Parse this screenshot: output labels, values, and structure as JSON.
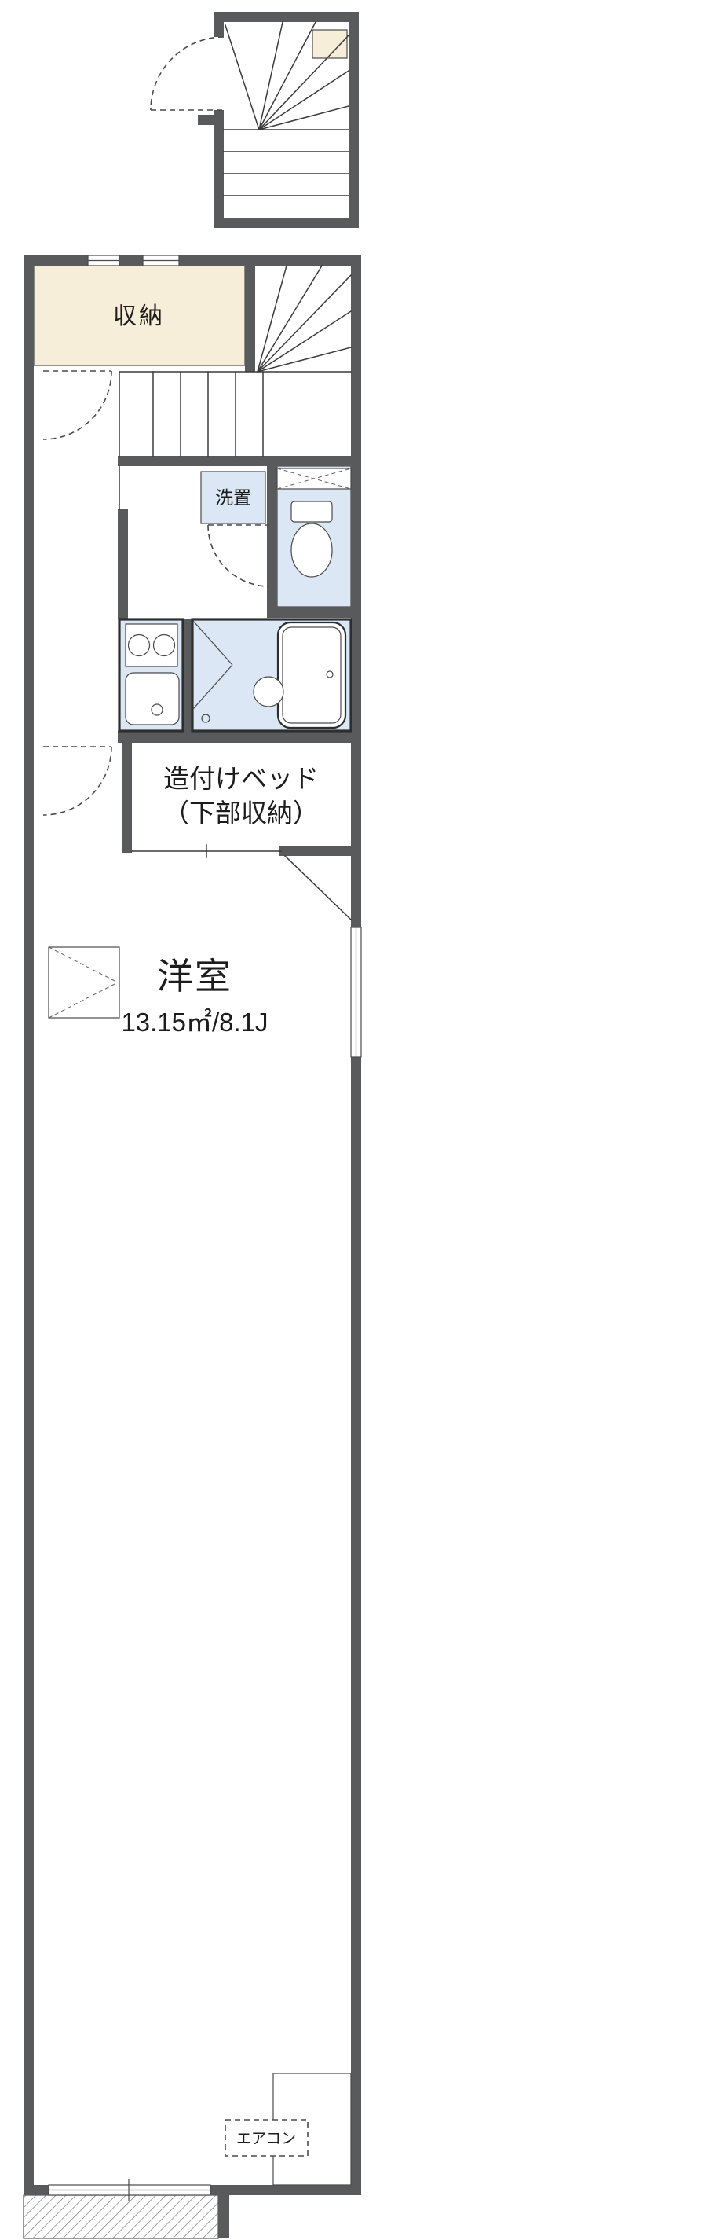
{
  "meta": {
    "type": "apartment-floorplan"
  },
  "colors": {
    "wall": "#595a5c",
    "storage_fill": "#f7eeda",
    "wet_fill": "#dbe7f4",
    "line": "#3a3a3a",
    "text": "#1c1c1c",
    "background": "#ffffff"
  },
  "rooms": {
    "storage": {
      "label": "収納"
    },
    "laundry": {
      "label": "洗置"
    },
    "built_in_bed": {
      "label_line1": "造付けベッド",
      "label_line2": "（下部収納）"
    },
    "western_room": {
      "name": "洋室",
      "area": "13.15㎡/8.1J"
    },
    "aircon": {
      "label": "エアコン"
    }
  }
}
